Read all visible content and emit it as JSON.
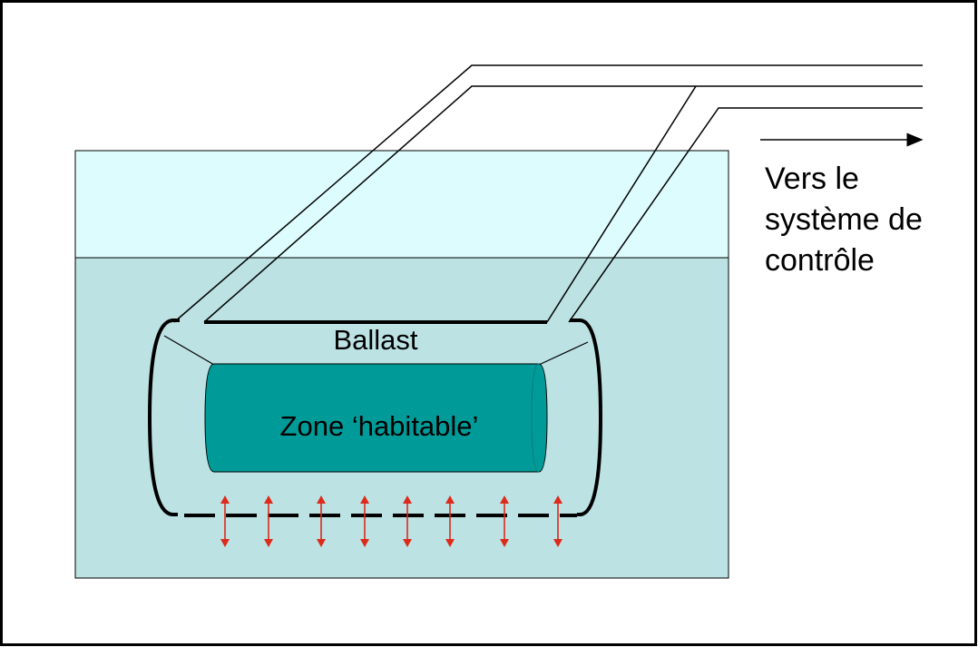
{
  "labels": {
    "ballast": "Ballast",
    "zone": "Zone ‘habitable’",
    "control": [
      "Vers le",
      "système de",
      "contrôle"
    ]
  },
  "colors": {
    "background": "#ffffff",
    "frame": "#000000",
    "air": "#ddfcfd",
    "water": "#bde2e4",
    "habitable_zone": "#009b98",
    "arrows": "#dd2a1a",
    "lines": "#000000"
  },
  "arrows_count": 8,
  "icons": {
    "arrow": "right-arrow-icon",
    "vent": "double-headed-arrow-icon"
  }
}
